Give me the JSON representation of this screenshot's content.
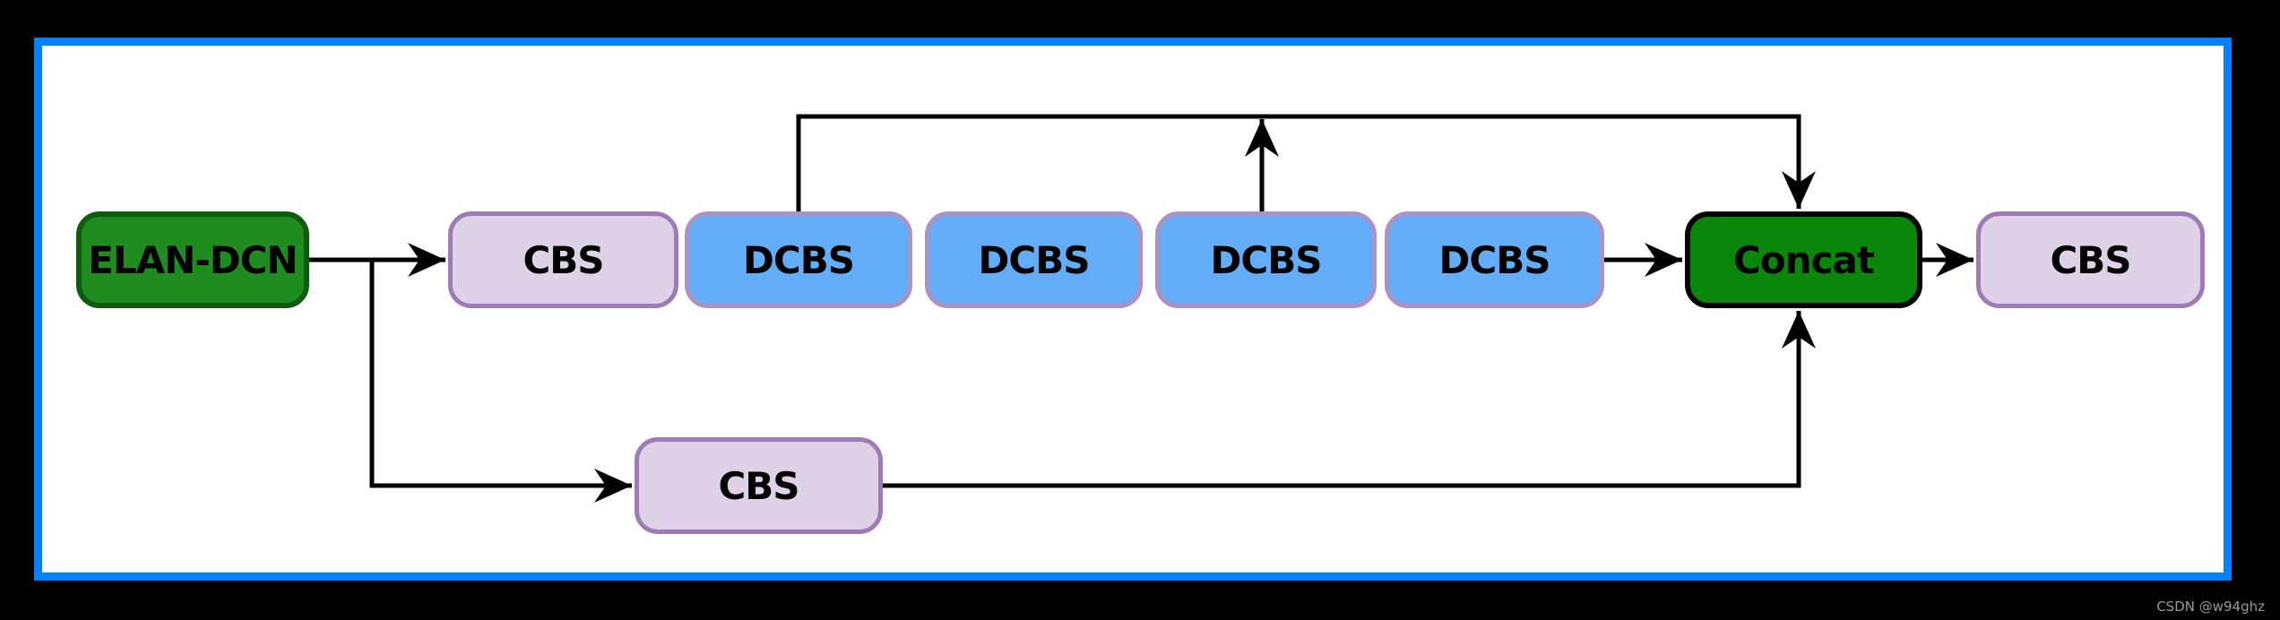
{
  "diagram": {
    "type": "block-diagram",
    "subject": "ELAN-DCN module structure",
    "nodes": [
      {
        "id": "elan-dcn",
        "label": "ELAN-DCN",
        "style": "green"
      },
      {
        "id": "cbs-top",
        "label": "CBS",
        "style": "lavender"
      },
      {
        "id": "dcbs-1",
        "label": "DCBS",
        "style": "blue"
      },
      {
        "id": "dcbs-2",
        "label": "DCBS",
        "style": "blue"
      },
      {
        "id": "dcbs-3",
        "label": "DCBS",
        "style": "blue"
      },
      {
        "id": "dcbs-4",
        "label": "DCBS",
        "style": "blue"
      },
      {
        "id": "concat",
        "label": "Concat",
        "style": "green-black-border"
      },
      {
        "id": "cbs-out",
        "label": "CBS",
        "style": "lavender"
      },
      {
        "id": "cbs-bottom",
        "label": "CBS",
        "style": "lavender"
      }
    ],
    "edges": [
      {
        "from": "elan-dcn",
        "to": "cbs-top",
        "route": "straight-right"
      },
      {
        "from": "elan-dcn",
        "to": "cbs-bottom",
        "route": "branch-down-then-right"
      },
      {
        "from": "cbs-top",
        "to": "dcbs-1",
        "route": "adjacent"
      },
      {
        "from": "dcbs-4",
        "to": "concat",
        "route": "straight-right"
      },
      {
        "from": "concat",
        "to": "cbs-out",
        "route": "straight-right"
      },
      {
        "from": "dcbs-1",
        "to": "concat",
        "route": "up-over-top-skip-line-down-into-concat-top"
      },
      {
        "from": "dcbs-3",
        "to": "top-skip-line",
        "route": "up-arrow-into-skip-line"
      },
      {
        "from": "cbs-bottom",
        "to": "concat",
        "route": "right-then-up-into-concat-bottom"
      }
    ],
    "colors": {
      "page_background": "#000000",
      "frame_border": "#0081fe",
      "frame_fill": "#ffffff",
      "green_fill": "#1e8c1e",
      "green_border": "#0f5c0f",
      "concat_fill": "#0a860a",
      "concat_border": "#000000",
      "dcbs_fill": "#63acf8",
      "dcbs_border": "#ab92c5",
      "cbs_fill": "#ded2e7",
      "cbs_border": "#9d7bb5",
      "line_color": "#000000",
      "label_color": "#000000"
    },
    "watermark": {
      "text": "CSDN @w94ghz",
      "color": "#999999"
    }
  }
}
